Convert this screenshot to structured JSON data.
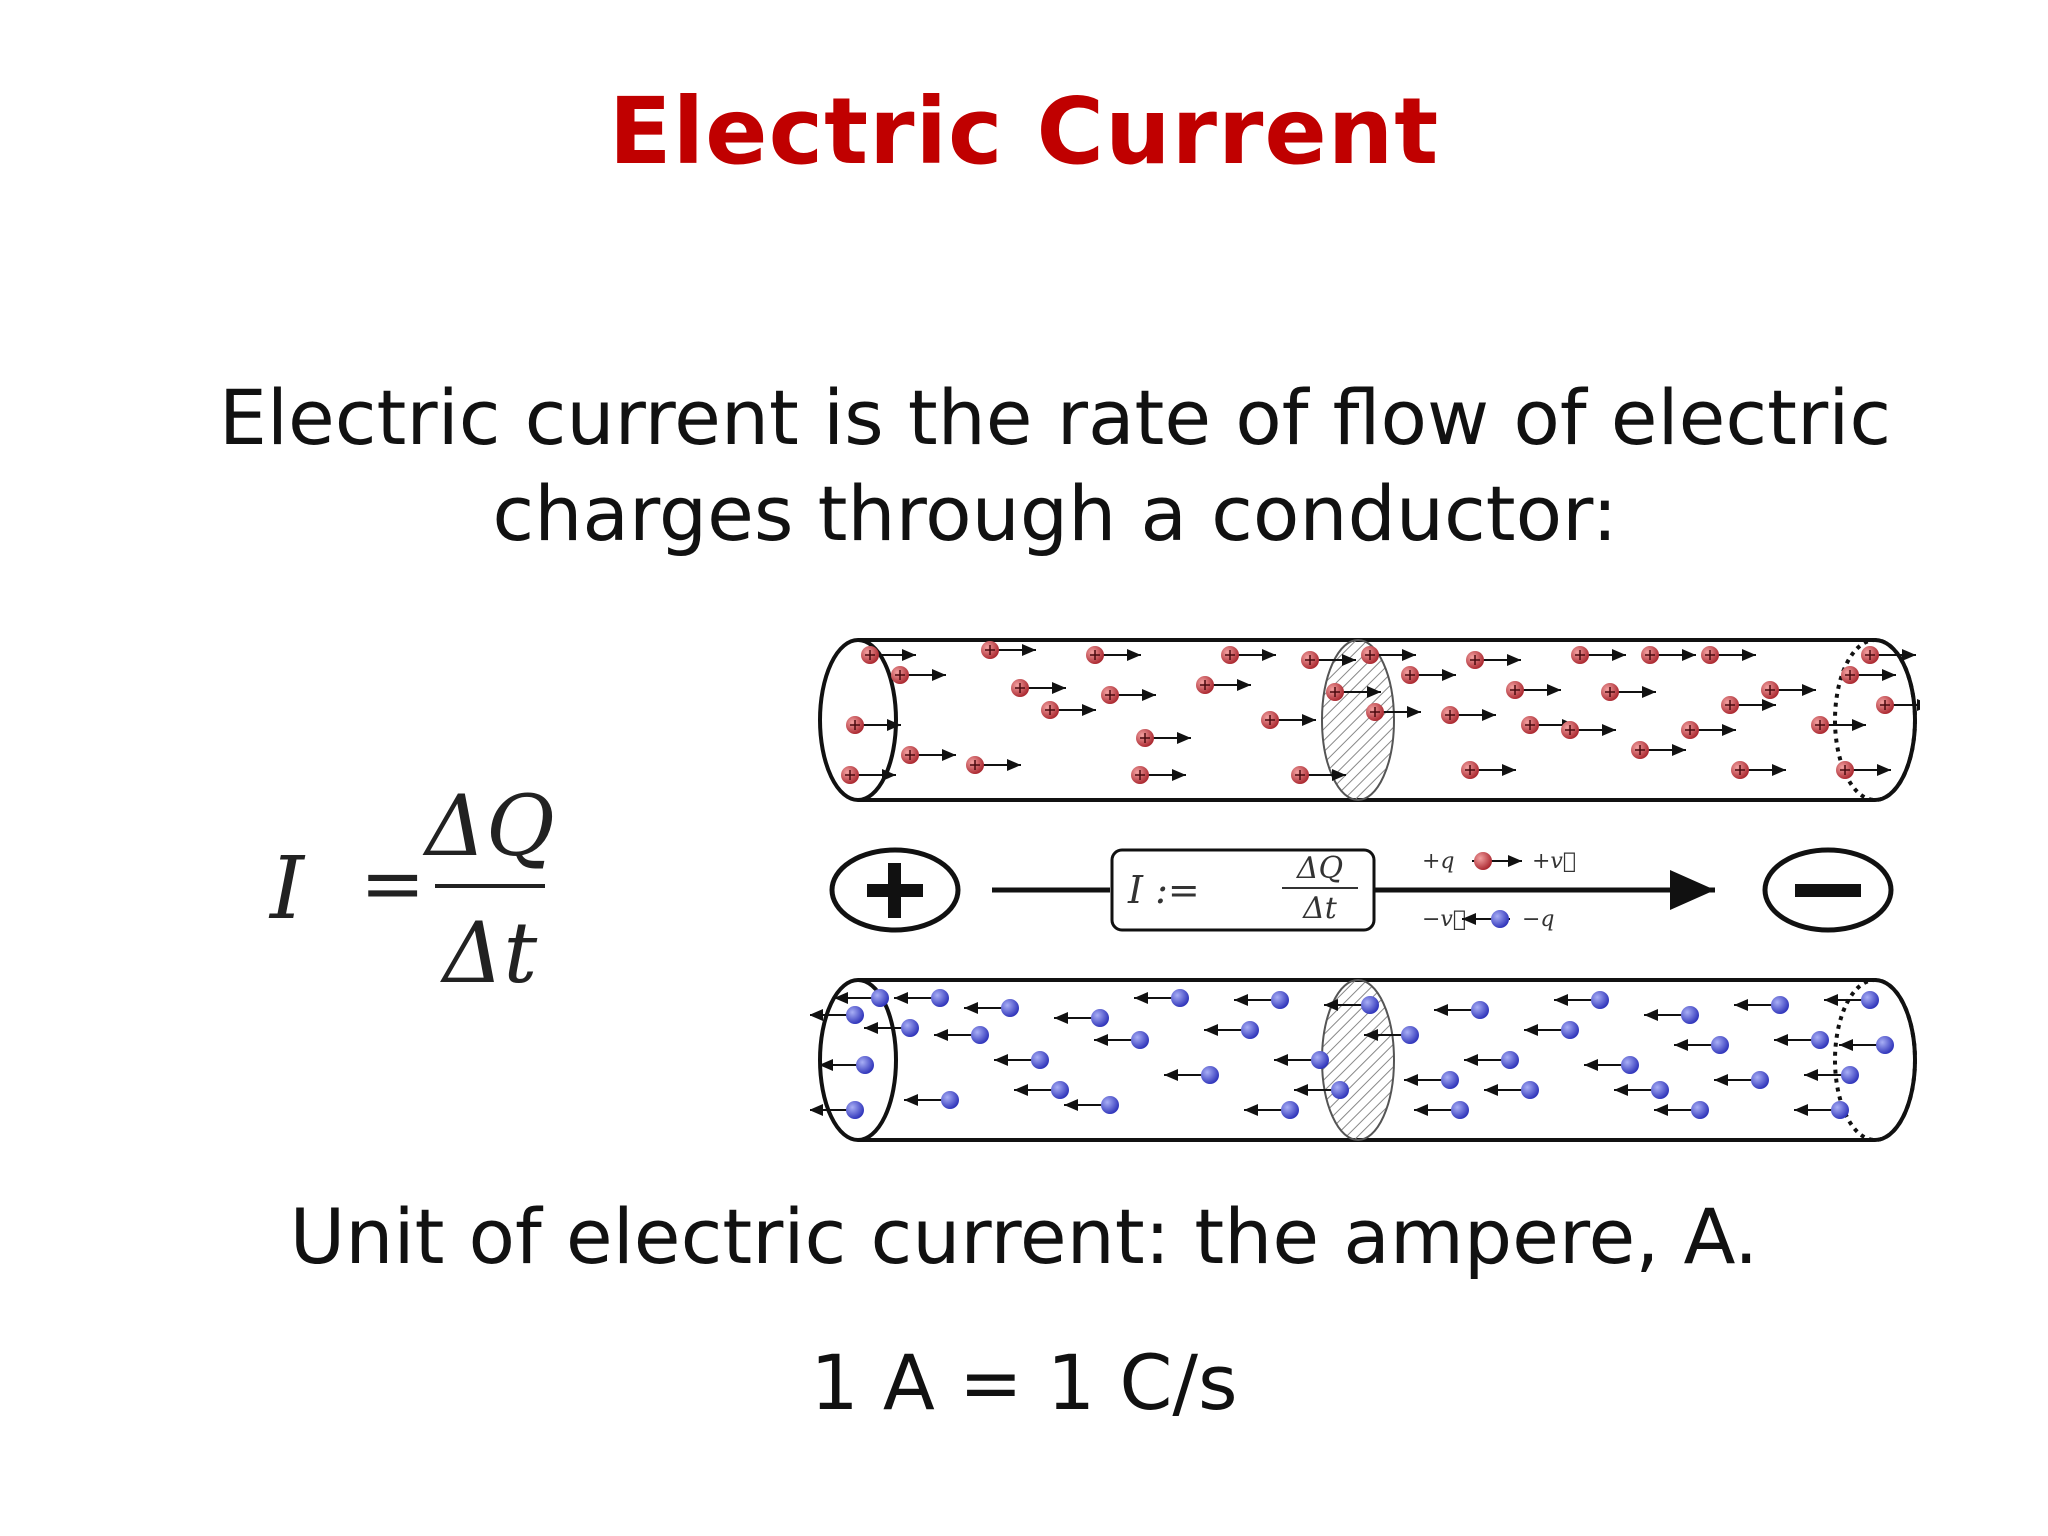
{
  "slide": {
    "title": "Electric Current",
    "definition_line1": "Electric current is the rate of flow of electric",
    "definition_line2": "charges through a conductor:",
    "unit_text": "Unit of electric current: the ampere, A.",
    "unit_equation": "1 A = 1 C/s"
  },
  "formula": {
    "lhs": "I",
    "equals": "=",
    "numerator": "ΔQ",
    "denominator": "Δt"
  },
  "diagram": {
    "box_lhs": "I :=",
    "box_numerator": "ΔQ",
    "box_denominator": "Δt",
    "positive_charge_label": "+q",
    "positive_velocity_label": "+v⃗",
    "negative_velocity_label": "−v⃗",
    "negative_charge_label": "−q",
    "plus_terminal_icon": "plus-circle-icon",
    "minus_terminal_icon": "minus-circle-icon"
  },
  "colors": {
    "title": "#c00000",
    "text": "#111111",
    "positive_charge": "#b8323a",
    "negative_charge": "#3a3fc4"
  }
}
